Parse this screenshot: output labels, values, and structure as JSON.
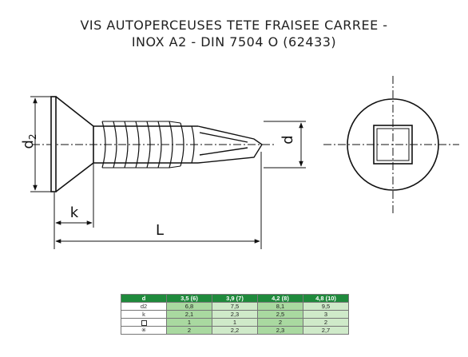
{
  "title": {
    "line1": "VIS AUTOPERCEUSES TETE FRAISEE CARREE -",
    "line2": "INOX A2 - DIN 7504 O (62433)"
  },
  "dimensions": {
    "d2": "d2",
    "d": "d",
    "k": "k",
    "L": "L"
  },
  "table": {
    "headers": [
      "d",
      "3,5 (6)",
      "3,9 (7)",
      "4,2 (8)",
      "4,8 (10)"
    ],
    "rows": [
      {
        "label": "d2",
        "values": [
          "6,8",
          "7,5",
          "8,1",
          "9,5"
        ]
      },
      {
        "label": "k",
        "values": [
          "2,1",
          "2,3",
          "2,5",
          "3"
        ]
      },
      {
        "label_icon": "square-drive-icon",
        "values": [
          "1",
          "1",
          "2",
          "2"
        ]
      },
      {
        "label_icon": "star-drive-icon",
        "values": [
          "2",
          "2,2",
          "2,3",
          "2,7"
        ]
      }
    ]
  },
  "colors": {
    "header_bg": "#1f8a3c",
    "cell_green_dark": "#a9d9a0",
    "cell_green_light": "#cfeac9",
    "drawing_line": "#111111"
  }
}
